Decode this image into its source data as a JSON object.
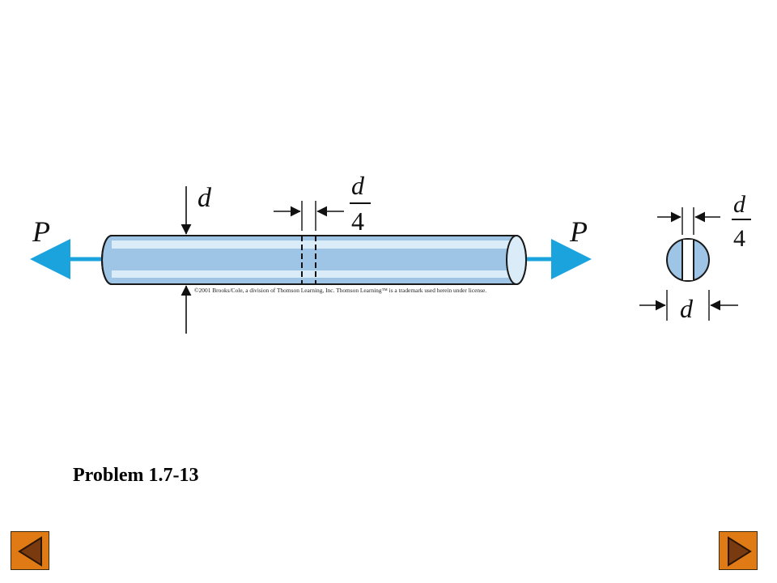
{
  "diagram": {
    "labels": {
      "load_left": "P",
      "load_right": "P",
      "diameter_bar": "d",
      "hole_fraction_num": "d",
      "hole_fraction_den": "4",
      "section_fraction_num": "d",
      "section_fraction_den": "4",
      "section_diameter": "d"
    },
    "copyright": "©2001 Brooks/Cole, a division of Thomson Learning, Inc.  Thomson Learning™ is a trademark used herein under license.",
    "colors": {
      "bar_fill": "#9fc5e6",
      "bar_highlight": "#d9ecf8",
      "load_arrow": "#1aa3dd",
      "outline": "#1a1a1a"
    }
  },
  "problem_title": "Problem 1.7-13",
  "navigation": {
    "prev_icon": "triangle-left-icon",
    "next_icon": "triangle-right-icon",
    "button_color": "#e07a14",
    "icon_color": "#7a3a10"
  }
}
